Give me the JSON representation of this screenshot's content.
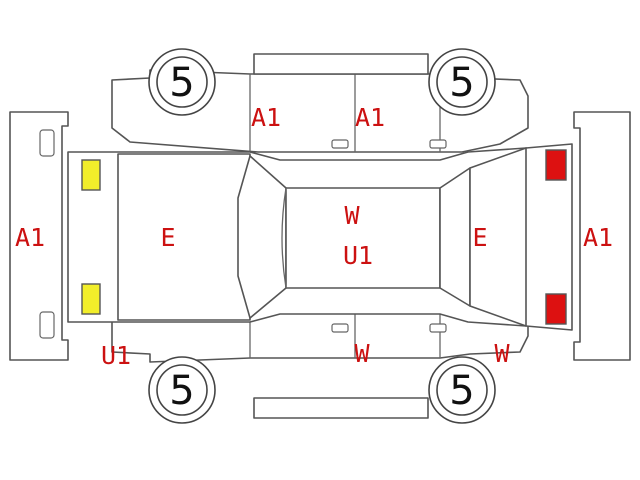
{
  "colors": {
    "outline": "#555555",
    "damage_code": "#cc1111",
    "headlight": "#f2ee2a",
    "taillight": "#dd1111"
  },
  "wheels": {
    "front_left": "5",
    "rear_left": "5",
    "front_right": "5",
    "rear_right": "5"
  },
  "codes": {
    "front_bumper": "A1",
    "hood": "E",
    "front_left_fender": "U1",
    "left_front_door": "A1",
    "left_rear_door": "A1",
    "roof_line1": "W",
    "roof_line2": "U1",
    "right_front_door": "W",
    "right_rear_quarter": "W",
    "trunk": "E",
    "rear_bumper": "A1"
  }
}
